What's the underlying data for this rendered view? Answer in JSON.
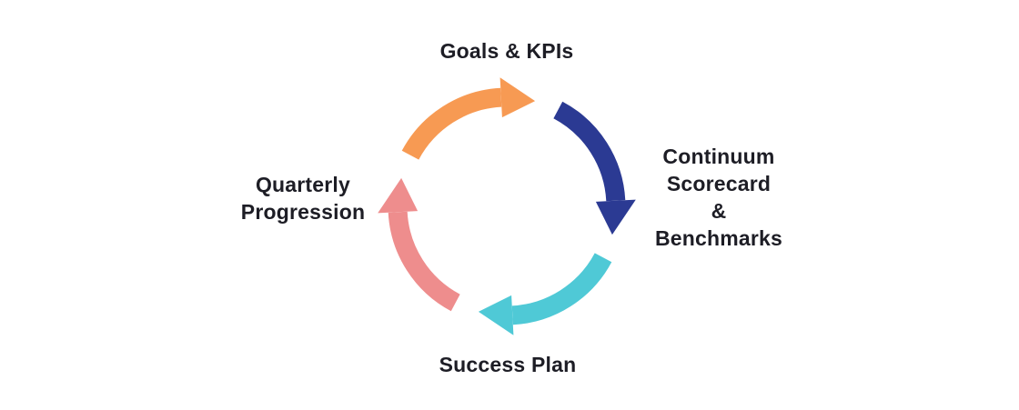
{
  "page": {
    "background_color": "#ffffff",
    "text_color": "#1d1d25"
  },
  "diagram": {
    "type": "cycle",
    "flow_direction": "clockwise",
    "nodes": [
      {
        "id": "goals-kpis",
        "position": "top",
        "lines": [
          "Goals & KPIs"
        ]
      },
      {
        "id": "continuum-scorecard-benchmarks",
        "position": "right",
        "lines": [
          "Continuum",
          "Scorecard",
          "&",
          "Benchmarks"
        ]
      },
      {
        "id": "success-plan",
        "position": "bottom",
        "lines": [
          "Success Plan"
        ]
      },
      {
        "id": "quarterly-progression",
        "position": "left",
        "lines": [
          "Quarterly",
          "Progression"
        ]
      }
    ],
    "arrows": [
      {
        "id": "arrow-top-left-quadrant",
        "from": "quarterly-progression",
        "to": "goals-kpis",
        "points_toward": "top-right",
        "color": "#f79a53"
      },
      {
        "id": "arrow-top-right-quadrant",
        "from": "goals-kpis",
        "to": "continuum-scorecard-benchmarks",
        "points_toward": "bottom",
        "color": "#2b3a93"
      },
      {
        "id": "arrow-bottom-right-quadrant",
        "from": "continuum-scorecard-benchmarks",
        "to": "success-plan",
        "points_toward": "left",
        "color": "#4fc9d6"
      },
      {
        "id": "arrow-bottom-left-quadrant",
        "from": "success-plan",
        "to": "quarterly-progression",
        "points_toward": "top",
        "color": "#ee8d8d"
      }
    ]
  }
}
